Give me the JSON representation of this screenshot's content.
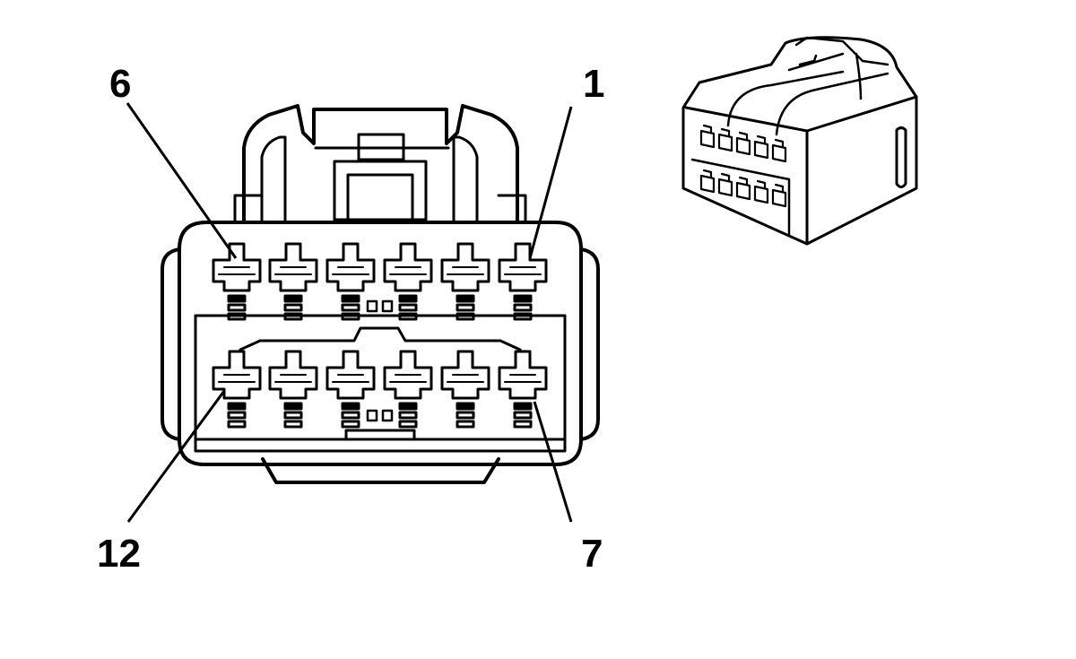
{
  "connector": {
    "pin_labels": {
      "top_right": "1",
      "top_left": "6",
      "bottom_right": "7",
      "bottom_left": "12"
    }
  },
  "colors": {
    "line": "#000000",
    "fill": "#ffffff"
  }
}
